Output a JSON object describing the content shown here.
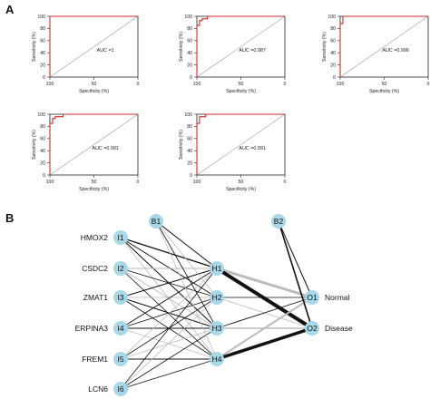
{
  "panel_labels": {
    "a": "A",
    "b": "B"
  },
  "chart_data": [
    {
      "type": "line",
      "title": "",
      "auc_label": "AUC =1",
      "xlabel": "Specificity (%)",
      "ylabel": "Sensitivity (%)",
      "x_ticks": [
        "100",
        "50",
        "0"
      ],
      "y_ticks": [
        "0",
        "20",
        "40",
        "60",
        "80",
        "100"
      ],
      "xlim": [
        100,
        0
      ],
      "ylim": [
        0,
        100
      ],
      "reference_line": "diagonal",
      "series": [
        {
          "color": "#d62728",
          "specificity": [
            100,
            100,
            0
          ],
          "sensitivity": [
            0,
            100,
            100
          ]
        }
      ]
    },
    {
      "type": "line",
      "title": "",
      "auc_label": "AUC =0.987",
      "xlabel": "Specificity (%)",
      "ylabel": "Sensitivity (%)",
      "x_ticks": [
        "100",
        "50",
        "0"
      ],
      "y_ticks": [
        "0",
        "20",
        "40",
        "60",
        "80",
        "100"
      ],
      "xlim": [
        100,
        0
      ],
      "ylim": [
        0,
        100
      ],
      "reference_line": "diagonal",
      "series": [
        {
          "color": "#d62728",
          "specificity": [
            100,
            100,
            97,
            97,
            94,
            94,
            88,
            88,
            0
          ],
          "sensitivity": [
            0,
            85,
            85,
            93,
            93,
            96,
            96,
            100,
            100
          ]
        }
      ]
    },
    {
      "type": "line",
      "title": "",
      "auc_label": "AUC =0.996",
      "xlabel": "Specificity (%)",
      "ylabel": "Sensitivity (%)",
      "x_ticks": [
        "100",
        "50",
        "0"
      ],
      "y_ticks": [
        "0",
        "20",
        "40",
        "60",
        "80",
        "100"
      ],
      "xlim": [
        100,
        0
      ],
      "ylim": [
        0,
        100
      ],
      "reference_line": "diagonal",
      "series": [
        {
          "color": "#d62728",
          "specificity": [
            100,
            100,
            97,
            97,
            0
          ],
          "sensitivity": [
            0,
            88,
            88,
            100,
            100
          ]
        }
      ]
    },
    {
      "type": "line",
      "title": "",
      "auc_label": "AUC =0.991",
      "xlabel": "Specificity (%)",
      "ylabel": "Sensitivity (%)",
      "x_ticks": [
        "100",
        "50",
        "0"
      ],
      "y_ticks": [
        "0",
        "20",
        "40",
        "60",
        "80",
        "100"
      ],
      "xlim": [
        100,
        0
      ],
      "ylim": [
        0,
        100
      ],
      "reference_line": "diagonal",
      "series": [
        {
          "color": "#d62728",
          "specificity": [
            100,
            100,
            97,
            97,
            94,
            94,
            85,
            85,
            0
          ],
          "sensitivity": [
            0,
            85,
            85,
            93,
            93,
            96,
            96,
            100,
            100
          ]
        }
      ]
    },
    {
      "type": "line",
      "title": "",
      "auc_label": "AUC =0.991",
      "xlabel": "Specificity (%)",
      "ylabel": "Sensitivity (%)",
      "x_ticks": [
        "100",
        "50",
        "0"
      ],
      "y_ticks": [
        "0",
        "20",
        "40",
        "60",
        "80",
        "100"
      ],
      "xlim": [
        100,
        0
      ],
      "ylim": [
        0,
        100
      ],
      "reference_line": "diagonal",
      "series": [
        {
          "color": "#d62728",
          "specificity": [
            100,
            100,
            97,
            97,
            90,
            90,
            0
          ],
          "sensitivity": [
            0,
            85,
            85,
            96,
            96,
            100,
            100
          ]
        }
      ]
    }
  ],
  "network": {
    "node_color": "#a8d8e8",
    "input_nodes": [
      {
        "id": "I1",
        "label": "HMOX2"
      },
      {
        "id": "I2",
        "label": "CSDC2"
      },
      {
        "id": "I3",
        "label": "ZMAT1"
      },
      {
        "id": "I4",
        "label": "ERPINA3"
      },
      {
        "id": "I5",
        "label": "FREM1"
      },
      {
        "id": "I6",
        "label": "LCN6"
      }
    ],
    "bias_nodes": [
      "B1",
      "B2"
    ],
    "hidden_nodes": [
      "H1",
      "H2",
      "H3",
      "H4"
    ],
    "output_nodes": [
      {
        "id": "O1",
        "label": "Normal"
      },
      {
        "id": "O2",
        "label": "Disease"
      }
    ],
    "edge_colors": {
      "positive": "#111111",
      "negative": "#bbbbbb"
    },
    "input_edges": [
      [
        "I1",
        "H1",
        "positive",
        1.2
      ],
      [
        "I1",
        "H2",
        "positive",
        1.0
      ],
      [
        "I1",
        "H3",
        "positive",
        1.0
      ],
      [
        "I1",
        "H4",
        "negative",
        0.8
      ],
      [
        "I2",
        "H1",
        "negative",
        1.0
      ],
      [
        "I2",
        "H2",
        "positive",
        0.8
      ],
      [
        "I2",
        "H3",
        "negative",
        0.8
      ],
      [
        "I2",
        "H4",
        "positive",
        0.8
      ],
      [
        "I3",
        "H1",
        "positive",
        1.0
      ],
      [
        "I3",
        "H2",
        "negative",
        0.8
      ],
      [
        "I3",
        "H3",
        "positive",
        1.0
      ],
      [
        "I3",
        "H4",
        "positive",
        0.8
      ],
      [
        "I4",
        "H1",
        "positive",
        1.0
      ],
      [
        "I4",
        "H2",
        "positive",
        0.8
      ],
      [
        "I4",
        "H3",
        "positive",
        1.0
      ],
      [
        "I4",
        "H4",
        "negative",
        0.8
      ],
      [
        "I5",
        "H1",
        "negative",
        0.8
      ],
      [
        "I5",
        "H2",
        "positive",
        0.8
      ],
      [
        "I5",
        "H3",
        "negative",
        0.8
      ],
      [
        "I5",
        "H4",
        "positive",
        1.0
      ],
      [
        "I6",
        "H1",
        "positive",
        0.8
      ],
      [
        "I6",
        "H2",
        "negative",
        0.8
      ],
      [
        "I6",
        "H3",
        "positive",
        0.8
      ],
      [
        "I6",
        "H4",
        "positive",
        0.8
      ],
      [
        "B1",
        "H1",
        "positive",
        1.0
      ],
      [
        "B1",
        "H2",
        "negative",
        0.8
      ],
      [
        "B1",
        "H3",
        "positive",
        0.8
      ],
      [
        "B1",
        "H4",
        "negative",
        0.8
      ]
    ],
    "output_edges": [
      [
        "H1",
        "O1",
        "negative",
        3.0
      ],
      [
        "H1",
        "O2",
        "positive",
        4.0
      ],
      [
        "H2",
        "O1",
        "positive",
        0.8
      ],
      [
        "H2",
        "O2",
        "negative",
        0.8
      ],
      [
        "H3",
        "O1",
        "positive",
        0.9
      ],
      [
        "H3",
        "O2",
        "negative",
        1.5
      ],
      [
        "H4",
        "O1",
        "negative",
        2.0
      ],
      [
        "H4",
        "O2",
        "positive",
        3.5
      ],
      [
        "B2",
        "O1",
        "positive",
        1.0
      ],
      [
        "B2",
        "O2",
        "positive",
        1.6
      ]
    ]
  }
}
